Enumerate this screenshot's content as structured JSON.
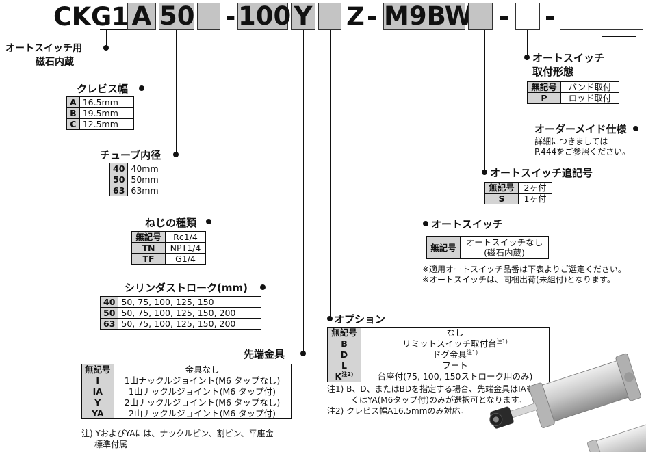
{
  "code": {
    "series": "CKG1",
    "boxes": [
      "A",
      "50",
      "",
      "100",
      "Y",
      "",
      "M9BW",
      "",
      "",
      ""
    ],
    "sep1": "-",
    "sep_z": "Z",
    "sep2": "-",
    "sep3": "-",
    "sep4": "-"
  },
  "auto_switch_magnet": {
    "line1": "オートスイッチ用",
    "line2": "磁石内蔵"
  },
  "clevis_width": {
    "title": "クレビス幅",
    "rows": [
      {
        "key": "A",
        "value": "16.5mm"
      },
      {
        "key": "B",
        "value": "19.5mm"
      },
      {
        "key": "C",
        "value": "12.5mm"
      }
    ]
  },
  "tube_bore": {
    "title": "チューブ内径",
    "rows": [
      {
        "key": "40",
        "value": "40mm"
      },
      {
        "key": "50",
        "value": "50mm"
      },
      {
        "key": "63",
        "value": "63mm"
      }
    ]
  },
  "thread_type": {
    "title": "ねじの種類",
    "rows": [
      {
        "key": "無記号",
        "value": "Rc1/4"
      },
      {
        "key": "TN",
        "value": "NPT1/4"
      },
      {
        "key": "TF",
        "value": "G1/4"
      }
    ]
  },
  "stroke": {
    "title": "シリンダストローク(mm)",
    "rows": [
      {
        "key": "40",
        "value": "50, 75, 100, 125, 150"
      },
      {
        "key": "50",
        "value": "50, 75, 100, 125, 150, 200"
      },
      {
        "key": "63",
        "value": "50, 75, 100, 125, 150, 200"
      }
    ]
  },
  "rod_end": {
    "title": "先端金具",
    "rows": [
      {
        "key": "無記号",
        "value": "金具なし"
      },
      {
        "key": "I",
        "value": "1山ナックルジョイント(M6 タップなし)"
      },
      {
        "key": "IA",
        "value": "1山ナックルジョイント(M6 タップ付)"
      },
      {
        "key": "Y",
        "value": "2山ナックルジョイント(M6 タップなし)"
      },
      {
        "key": "YA",
        "value": "2山ナックルジョイント(M6 タップ付)"
      }
    ],
    "note1": "注) YおよびYAには、ナックルピン、割ピン、平座金",
    "note2": "標準付属"
  },
  "option": {
    "title": "オプション",
    "rows": [
      {
        "key": "無記号",
        "value": "なし",
        "sup": ""
      },
      {
        "key": "B",
        "value": "リミットスイッチ取付台",
        "sup": "注1)"
      },
      {
        "key": "D",
        "value": "ドグ金具",
        "sup": "注1)"
      },
      {
        "key": "L",
        "value": "フート",
        "sup": ""
      },
      {
        "key": "K",
        "key_sup": "注2)",
        "value": "台座付(75, 100, 150ストローク用のみ)",
        "sup": ""
      }
    ],
    "note1a": "注1) B、D、またはBDを指定する場合、先端金具はIAもし",
    "note1b": "くはYA(M6タップ付)のみが選択可となります。",
    "note2": "注2) クレビス幅A16.5mmのみ対応。"
  },
  "auto_switch": {
    "title": "オートスイッチ",
    "key": "無記号",
    "value1": "オートスイッチなし",
    "value2": "(磁石内蔵)",
    "note1": "※適用オートスイッチ品番は下表よりご選定ください。",
    "note2": "※オートスイッチは、同梱出荷(未組付)となります。"
  },
  "switch_qty": {
    "title": "オートスイッチ追記号",
    "rows": [
      {
        "key": "無記号",
        "value": "2ヶ付"
      },
      {
        "key": "S",
        "value": "1ヶ付"
      }
    ]
  },
  "switch_mount": {
    "title1": "オートスイッチ",
    "title2": "取付形態",
    "rows": [
      {
        "key": "無記号",
        "value": "バンド取付"
      },
      {
        "key": "P",
        "value": "ロッド取付"
      }
    ]
  },
  "made_to_order": {
    "title": "オーダーメイド仕様",
    "line1": "詳細につきましては",
    "line2": "P.444をご参照ください。"
  }
}
